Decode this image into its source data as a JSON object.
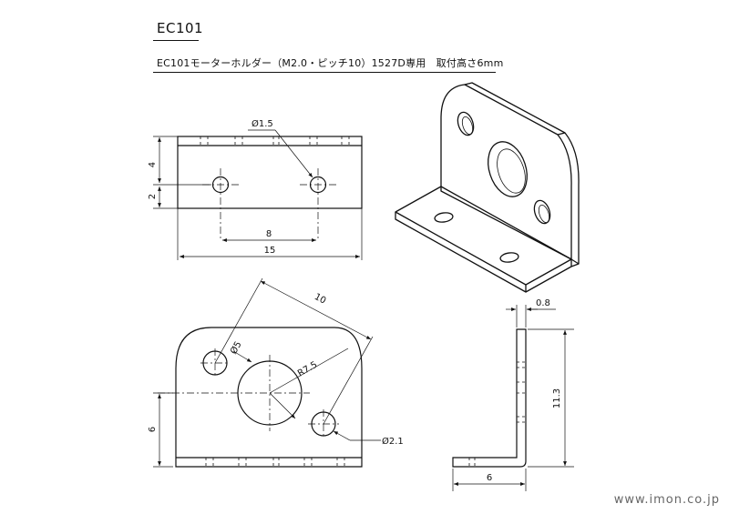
{
  "title": "EC101",
  "subtitle": "EC101モーターホルダー（M2.0・ピッチ10）1527D専用　取付高さ6mm",
  "watermark": "www.imon.co.jp",
  "front_view": {
    "dim_height": "4",
    "dim_hole_center": "2",
    "dim_hole_pitch": "8",
    "dim_width": "15",
    "hole_label": "Ø1.5"
  },
  "plan_view": {
    "dim_pitch": "10",
    "dim_small_hole": "Ø5",
    "dim_radius": "R7.5",
    "dim_mount_hole": "Ø2.1",
    "dim_height": "6"
  },
  "side_view": {
    "dim_thickness": "0.8",
    "dim_height": "11.3",
    "dim_width": "6"
  }
}
